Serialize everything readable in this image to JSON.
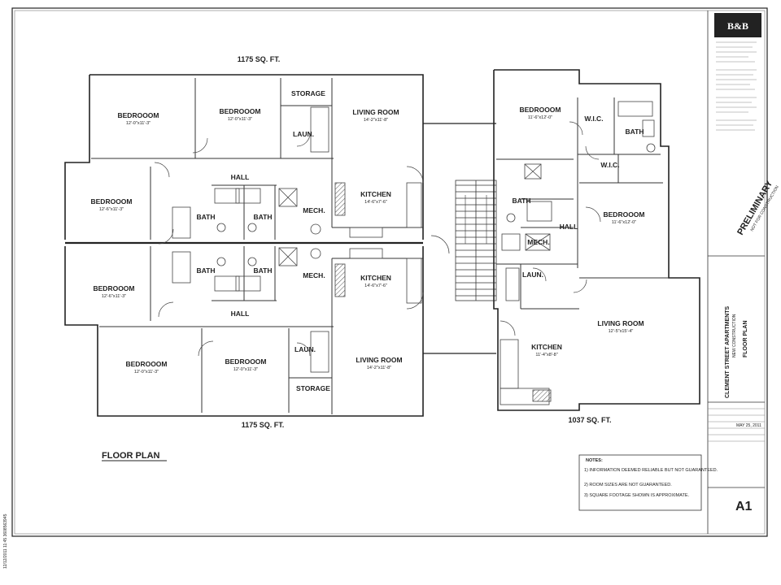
{
  "sheet": {
    "plan_title": "FLOOR PLAN",
    "left_unit_area_top": "1175 SQ. FT.",
    "left_unit_area_bottom": "1175 SQ. FT.",
    "right_unit_area": "1037 SQ. FT."
  },
  "rooms": {
    "top_unit": {
      "bedroom_a": "BEDROOOM",
      "bedroom_a_dim": "12'-0\"x11'-3\"",
      "bedroom_b": "BEDROOOM",
      "bedroom_b_dim": "12'-0\"x11'-3\"",
      "storage": "STORAGE",
      "laun": "LAUN.",
      "living": "LIVING ROOM",
      "living_dim": "14'-2\"x11'-8\"",
      "hall": "HALL",
      "bedroom_c": "BEDROOOM",
      "bedroom_c_dim": "12'-6\"x11'-3\"",
      "bath1": "BATH",
      "bath2": "BATH",
      "mech": "MECH.",
      "kitchen": "KITCHEN",
      "kitchen_dim": "14'-6\"x7'-6\""
    },
    "bottom_unit": {
      "bedroom_c": "BEDROOOM",
      "bedroom_c_dim": "12'-6\"x11'-3\"",
      "bath1": "BATH",
      "bath2": "BATH",
      "mech": "MECH.",
      "kitchen": "KITCHEN",
      "kitchen_dim": "14'-6\"x7'-6\"",
      "hall": "HALL",
      "bedroom_a": "BEDROOOM",
      "bedroom_a_dim": "12'-0\"x11'-3\"",
      "bedroom_b": "BEDROOOM",
      "bedroom_b_dim": "12'-0\"x11'-3\"",
      "laun": "LAUN.",
      "storage": "STORAGE",
      "living": "LIVING ROOM",
      "living_dim": "14'-2\"x11'-8\""
    },
    "right_unit": {
      "bedroom_top": "BEDROOOM",
      "bedroom_top_dim": "11'-6\"x12'-0\"",
      "wic1": "W.I.C.",
      "wic2": "W.I.C.",
      "bath_top": "BATH",
      "bath_mid": "BATH",
      "bedroom_mid": "BEDROOOM",
      "bedroom_mid_dim": "11'-6\"x12'-0\"",
      "hall": "HALL",
      "mech": "MECH.",
      "laun": "LAUN.",
      "living": "LIVING ROOM",
      "living_dim": "12'-5\"x15'-4\"",
      "kitchen": "KITCHEN",
      "kitchen_dim": "11'-4\"x8'-8\""
    }
  },
  "notes": {
    "header": "NOTES:",
    "items": [
      "1)  INFORMATION DEEMED RELIABLE BUT NOT GUARANTEED.",
      "2)  ROOM SIZES ARE NOT GUARANTEED.",
      "3)  SQUARE FOOTAGE SHOWN IS APPROXIMATE."
    ]
  },
  "title_block": {
    "stamp": "PRELIMINARY",
    "stamp_sub": "NOT FOR CONSTRUCTION",
    "project": "CLEMENT STREET APARTMENTS",
    "project_sub": "NEW CONSTRUCTION",
    "drawing": "FLOOR PLAN",
    "date": "MAY 25, 2011",
    "sheet_no": "A1"
  },
  "margin_stamp": "12/12/2011  11:45  3608563945"
}
